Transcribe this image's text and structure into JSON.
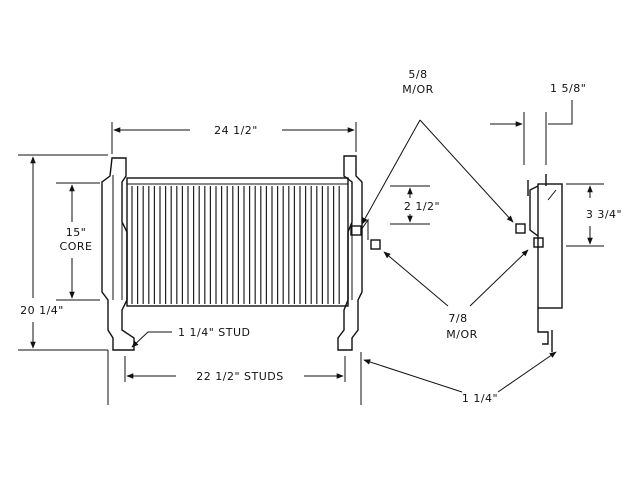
{
  "dimensions": {
    "overall_width": "24 1/2\"",
    "core_height": "15\"",
    "core_label": "CORE",
    "overall_height": "20 1/4\"",
    "stud_spacing": "22 1/2\" STUDS",
    "stud_size": "1 1/4\" STUD",
    "port_offset": "2 1/2\"",
    "side_depth": "1 5/8\"",
    "side_height": "3 3/4\"",
    "stud_length": "1 1/4\""
  },
  "ports": {
    "top_size": "5/8",
    "top_type": "M/OR",
    "bottom_size": "7/8",
    "bottom_type": "M/OR"
  },
  "colors": {
    "line": "#111111",
    "background": "#ffffff"
  }
}
